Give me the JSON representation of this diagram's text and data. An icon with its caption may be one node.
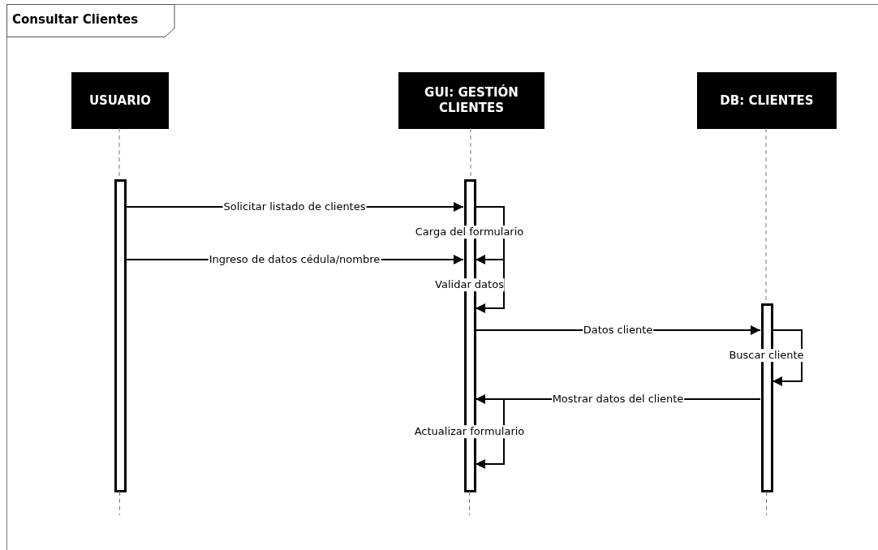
{
  "diagram": {
    "nodes": [
      {
        "text": [
          "Consultar Clientes"
        ]
      },
      {
        "text": [
          "USUARIO"
        ],
        "in": 0
      },
      {
        "text": [
          "GUI: GESTIÓN CLIENTES"
        ],
        "in": 0
      },
      {
        "text": [
          "DB: CLIENTES"
        ],
        "in": 0
      },
      {
        "text": [],
        "shape": "bar",
        "in": 0
      },
      {
        "text": [],
        "shape": "bar",
        "in": 0
      },
      {
        "text": [],
        "shape": "bar",
        "in": 0
      }
    ],
    "edges": [
      {
        "from": 4,
        "to": 5,
        "arrow": "to",
        "label": "Solicitar listado de clientes"
      },
      {
        "from": 4,
        "to": 5,
        "arrow": "to",
        "label": "Ingreso de datos cédula/nombre"
      },
      {
        "from": 5,
        "to": 5,
        "arrow": "to",
        "label": "Carga del formulario"
      },
      {
        "from": 5,
        "to": 5,
        "arrow": "to",
        "label": "Validar datos"
      },
      {
        "from": 5,
        "to": 6,
        "arrow": "to",
        "label": "Datos cliente"
      },
      {
        "from": 6,
        "to": 6,
        "arrow": "to",
        "label": "Buscar cliente"
      },
      {
        "from": 6,
        "to": 5,
        "arrow": "to",
        "label": "Mostrar datos del cliente"
      },
      {
        "from": 5,
        "to": 5,
        "arrow": "to",
        "label": "Actualizar formulario"
      },
      {
        "from": 1,
        "to": 4,
        "arrow": "none",
        "style": "dashed",
        "color": "#777777"
      },
      {
        "from": 2,
        "to": 5,
        "arrow": "none",
        "style": "dashed",
        "color": "#777777"
      },
      {
        "from": 3,
        "to": 6,
        "arrow": "none",
        "style": "dashed",
        "color": "#777777"
      }
    ]
  }
}
